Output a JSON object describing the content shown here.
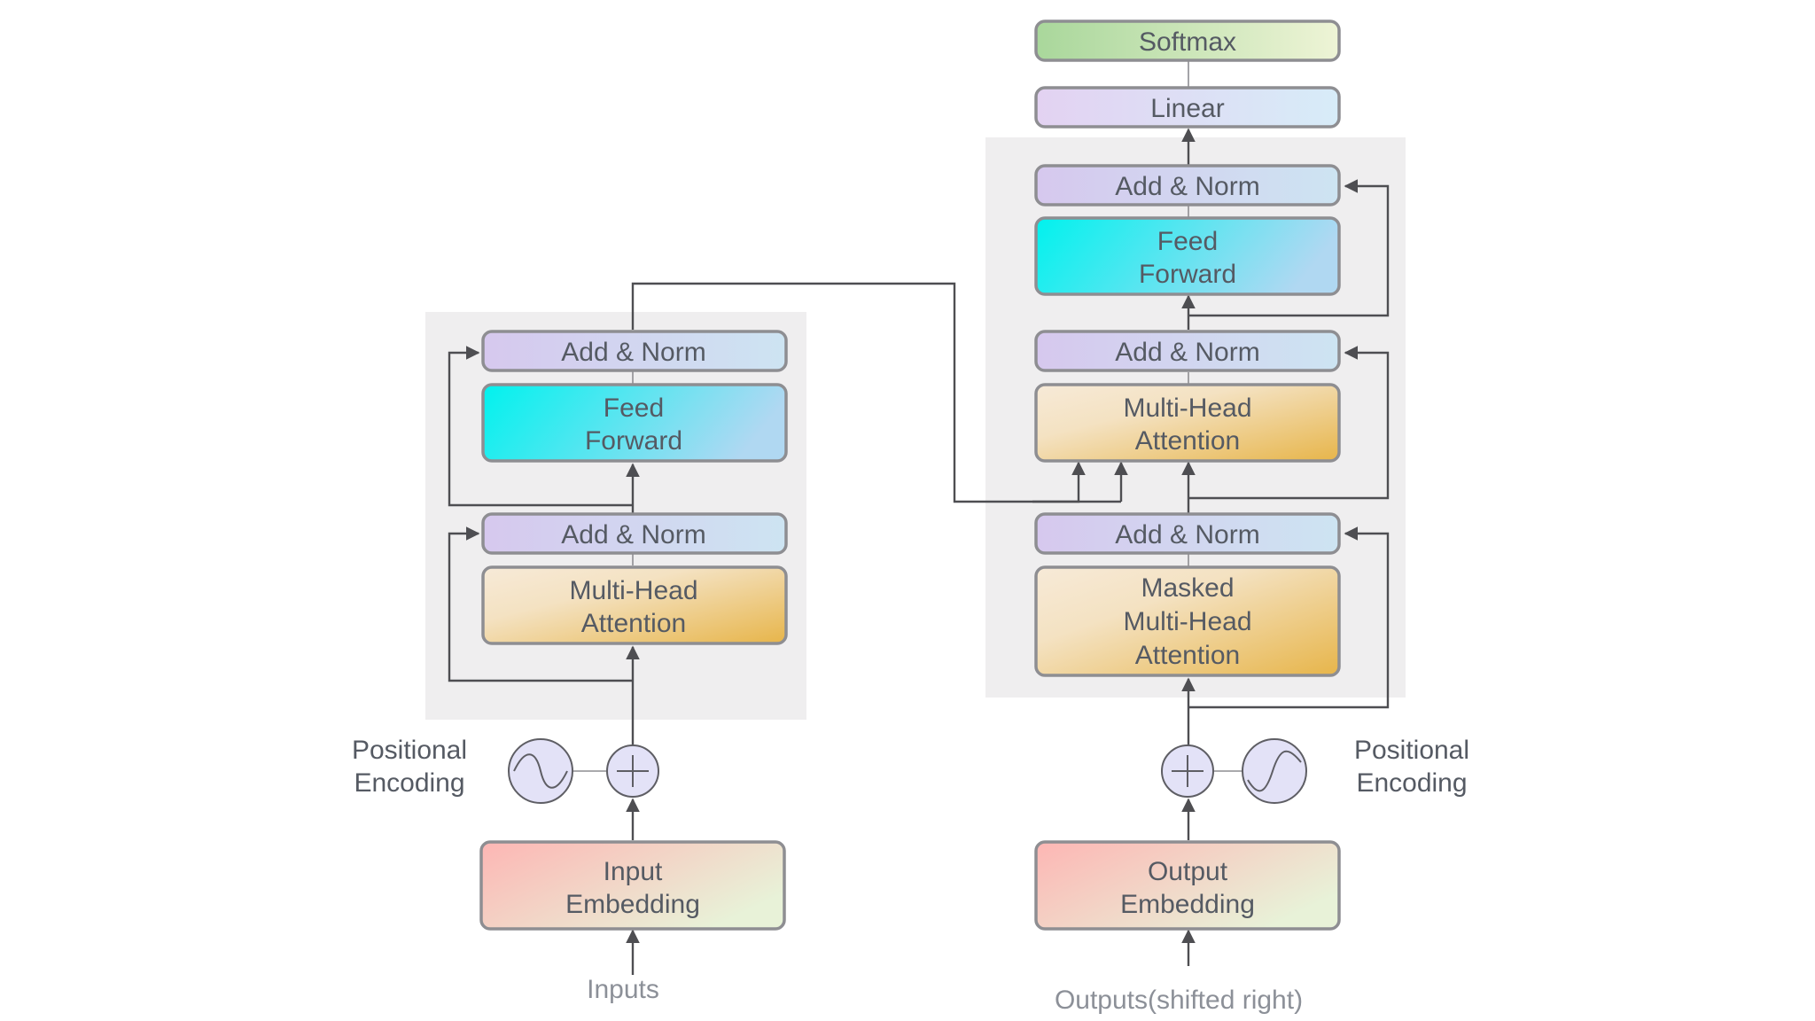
{
  "encoder": {
    "add_norm_top": "Add & Norm",
    "feed_forward": [
      "Feed",
      "Forward"
    ],
    "add_norm_bottom": "Add & Norm",
    "attention": [
      "Multi-Head",
      "Attention"
    ],
    "positional_encoding": [
      "Positional",
      "Encoding"
    ],
    "embedding": [
      "Input",
      "Embedding"
    ],
    "input_label": "Inputs"
  },
  "decoder": {
    "softmax": "Softmax",
    "linear": "Linear",
    "add_norm_top": "Add & Norm",
    "feed_forward": [
      "Feed",
      "Forward"
    ],
    "add_norm_middle": "Add & Norm",
    "cross_attention": [
      "Multi-Head",
      "Attention"
    ],
    "add_norm_bottom": "Add & Norm",
    "masked_attention": [
      "Masked",
      "Multi-Head",
      "Attention"
    ],
    "positional_encoding": [
      "Positional",
      "Encoding"
    ],
    "embedding": [
      "Output",
      "Embedding"
    ],
    "output_label": "Outputs(shifted right)"
  },
  "colors": {
    "stack_background": "#efeeef",
    "add_norm": [
      "#d6c8ee",
      "#cde4f2"
    ],
    "feed_forward": [
      "#00f2ee",
      "#b0d8f2"
    ],
    "attention": [
      "#f7ead8",
      "#e7b54a"
    ],
    "embedding": [
      "#fdb6b4",
      "#e8f2d8"
    ],
    "softmax": [
      "#a9d79b",
      "#eef4d6"
    ],
    "linear": [
      "#e3d2f2",
      "#d7ecf8"
    ],
    "circle_fill": "#e3e2f7"
  }
}
